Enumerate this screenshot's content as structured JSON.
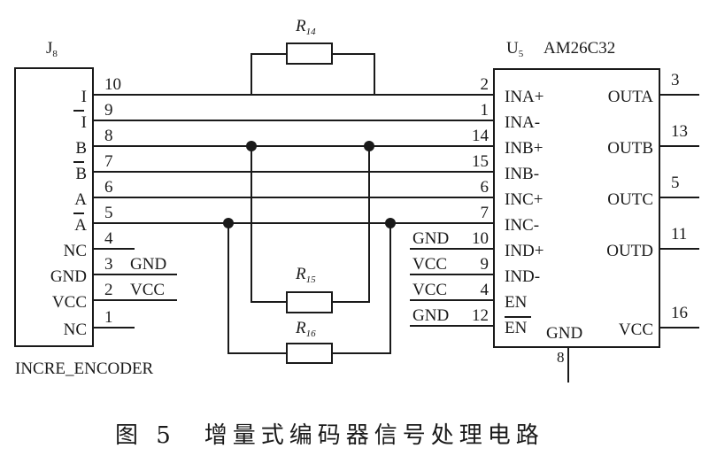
{
  "connector": {
    "ref": "J",
    "ref_sub": "8",
    "part": "INCRE_ENCODER",
    "pins": [
      {
        "num": "10",
        "name": "I",
        "overbar": false
      },
      {
        "num": "9",
        "name": "I",
        "overbar": true
      },
      {
        "num": "8",
        "name": "B",
        "overbar": false
      },
      {
        "num": "7",
        "name": "B",
        "overbar": true
      },
      {
        "num": "6",
        "name": "A",
        "overbar": false
      },
      {
        "num": "5",
        "name": "A",
        "overbar": true
      },
      {
        "num": "4",
        "name": "NC",
        "overbar": false
      },
      {
        "num": "3",
        "name": "GND",
        "overbar": false,
        "net": "GND"
      },
      {
        "num": "2",
        "name": "VCC",
        "overbar": false,
        "net": "VCC"
      },
      {
        "num": "1",
        "name": "NC",
        "overbar": false
      }
    ]
  },
  "ic": {
    "ref": "U",
    "ref_sub": "5",
    "part": "AM26C32",
    "inputs": [
      {
        "num": "2",
        "name": "INA+"
      },
      {
        "num": "1",
        "name": "INA-"
      },
      {
        "num": "14",
        "name": "INB+"
      },
      {
        "num": "15",
        "name": "INB-"
      },
      {
        "num": "6",
        "name": "INC+"
      },
      {
        "num": "7",
        "name": "INC-"
      },
      {
        "num": "10",
        "name": "IND+",
        "net": "GND"
      },
      {
        "num": "9",
        "name": "IND-",
        "net": "VCC"
      },
      {
        "num": "4",
        "name": "EN",
        "net": "VCC"
      },
      {
        "num": "12",
        "name": "EN",
        "overbar": true,
        "net": "GND"
      }
    ],
    "outputs": [
      {
        "num": "3",
        "name": "OUTA"
      },
      {
        "num": "13",
        "name": "OUTB"
      },
      {
        "num": "5",
        "name": "OUTC"
      },
      {
        "num": "11",
        "name": "OUTD"
      },
      {
        "num": "16",
        "name": "VCC"
      }
    ],
    "bottom": {
      "num": "8",
      "name": "GND"
    }
  },
  "resistors": [
    {
      "ref": "R",
      "sub": "14"
    },
    {
      "ref": "R",
      "sub": "15"
    },
    {
      "ref": "R",
      "sub": "16"
    }
  ],
  "caption": "图 5　增量式编码器信号处理电路"
}
